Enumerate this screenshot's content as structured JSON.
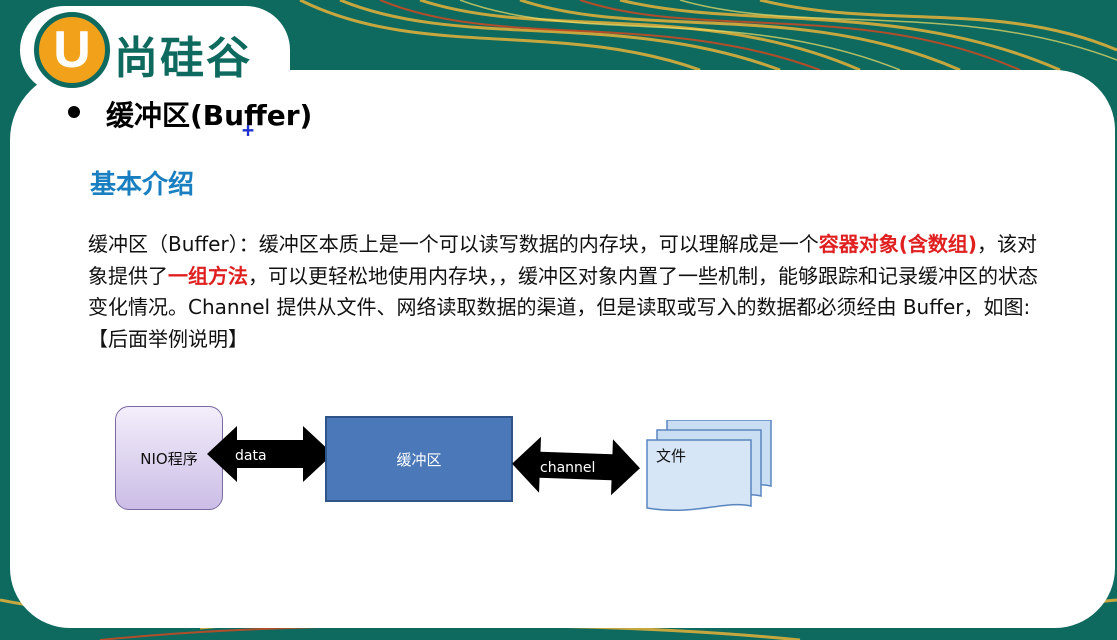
{
  "logo": {
    "letter": "U",
    "text": "尚硅谷"
  },
  "slide": {
    "title": "缓冲区(Buffer)",
    "subtitle": "基本介绍",
    "cursor": "+",
    "paragraph": {
      "part1": "缓冲区（Buffer）：缓冲区本质上是一个可以读写数据的内存块，可以理解成是一个",
      "red1": "容器对象(含数组)",
      "part2": "，该对象提供了",
      "red2": "一组方法",
      "part3": "，可以更轻松地使用内存块，，缓冲区对象内置了一些机制，能够跟踪和记录缓冲区的状态变化情况。Channel 提供从文件、网络读取数据的渠道，但是读取或写入的数据都必须经由 Buffer，如图: 【后面举例说明】"
    }
  },
  "diagram": {
    "program_label": "NIO程序",
    "data_arrow_label": "data",
    "buffer_label": "缓冲区",
    "channel_arrow_label": "channel",
    "file_label": "文件"
  },
  "colors": {
    "frame": "#0e6a5e",
    "accent_gold": "#f2a21a",
    "subtitle_blue": "#1a7fc0",
    "highlight_red": "#e02020",
    "buffer_blue": "#4a78b8"
  }
}
